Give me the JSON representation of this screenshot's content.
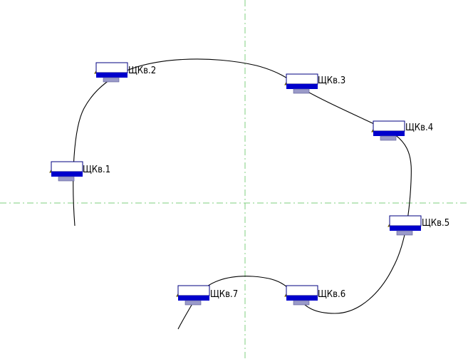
{
  "colors": {
    "background": "#ffffff",
    "centerline": "#7fcf7f",
    "cable": "#000000",
    "panel_outline": "#000080",
    "panel_fill": "#ffffff",
    "panel_bar": "#0000cc",
    "panel_base": "#9a9ac8",
    "warning_fill": "#ffe24a",
    "warning_stroke": "#6b5a00"
  },
  "nodes": [
    {
      "id": "n1",
      "label": "ЩКв.1",
      "icon": "warning-icon"
    },
    {
      "id": "n2",
      "label": "ЩКв.2",
      "icon": "warning-icon"
    },
    {
      "id": "n3",
      "label": "ЩКв.3",
      "icon": "warning-icon"
    },
    {
      "id": "n4",
      "label": "ЩКв.4",
      "icon": "warning-icon"
    },
    {
      "id": "n5",
      "label": "ЩКв.5",
      "icon": "warning-icon"
    },
    {
      "id": "n6",
      "label": "ЩКв.6",
      "icon": "warning-icon"
    },
    {
      "id": "n7",
      "label": "ЩКв.7",
      "icon": "warning-icon"
    }
  ]
}
